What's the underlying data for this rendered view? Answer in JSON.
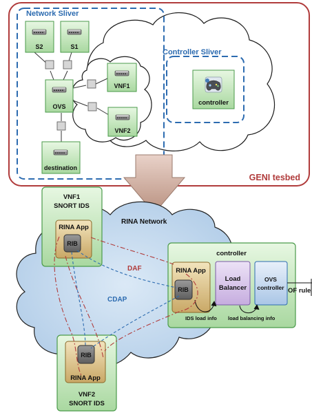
{
  "geni": {
    "network_sliver_title": "Network Sliver",
    "controller_sliver_title": "Controller Sliver",
    "testbed_label": "GENI tesbed",
    "nodes": {
      "s2": "S2",
      "s1": "S1",
      "ovs": "OVS",
      "vnf1": "VNF1",
      "vnf2": "VNF2",
      "destination": "destination",
      "controller": "controller"
    }
  },
  "rina": {
    "network_label": "RINA Network",
    "vnf1_title_line1": "VNF1",
    "vnf1_title_line2": "SNORT IDS",
    "vnf2_title_line1": "VNF2",
    "vnf2_title_line2": "SNORT IDS",
    "rina_app": "RINA App",
    "rib": "RIB",
    "controller_title": "controller",
    "load_balancer_line1": "Load",
    "load_balancer_line2": "Balancer",
    "ovs_controller_line1": "OVS",
    "ovs_controller_line2": "controller",
    "of_rules": "OF rule",
    "daf": "DAF",
    "cdap": "CDAP",
    "ids_load_info": "IDS load info",
    "load_balancing_info": "load balancing info"
  },
  "colors": {
    "geni_border": "#b03b3b",
    "sliver_dash": "#2c6bb0",
    "node_fill": "#cdeecd",
    "node_stroke": "#4a9a4a",
    "rina_cloud": "#c6dcef",
    "daf_line": "#b03b3b",
    "cdap_line": "#2c6bb0",
    "load_balancer_fill": "#d9c7ec",
    "ovs_controller_fill": "#cfe0f4",
    "rina_app_fill": "#d8c08c"
  },
  "icons": [
    "switch-icon",
    "gamepad-icon"
  ]
}
